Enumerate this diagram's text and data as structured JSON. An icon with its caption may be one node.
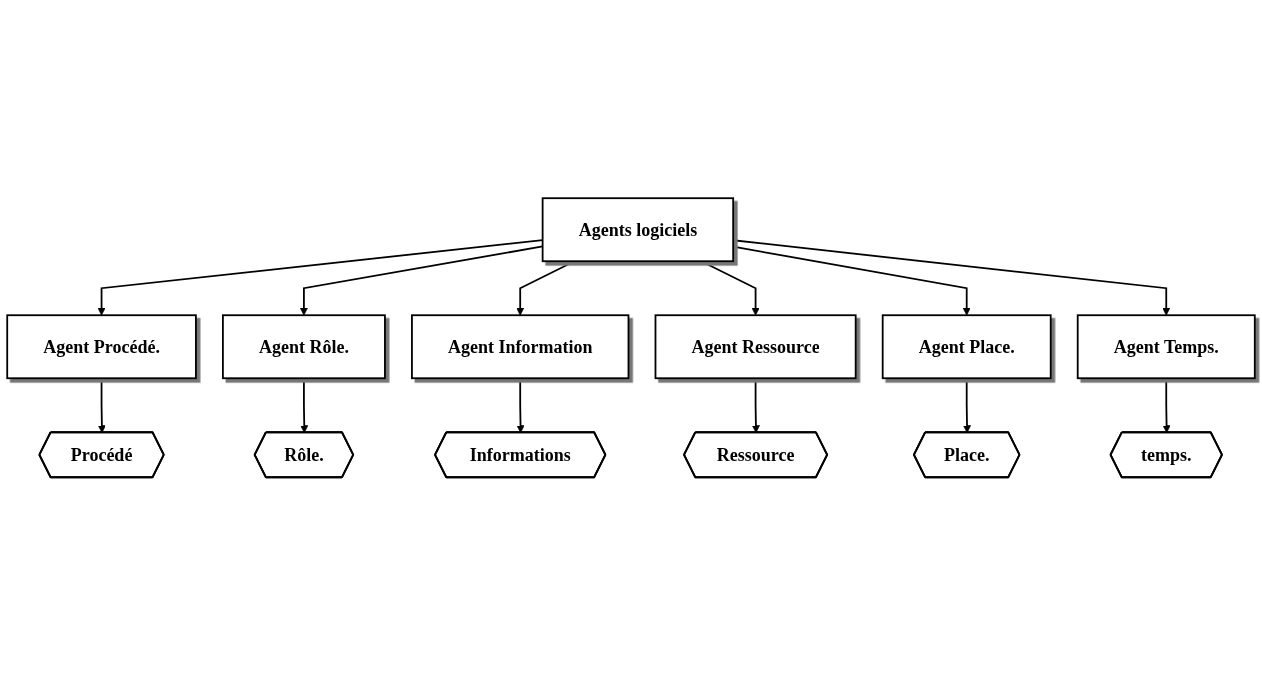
{
  "diagram": {
    "nodes": [
      {
        "text": [
          "Agents logiciels"
        ]
      },
      {
        "text": [
          "Agent Procédé."
        ]
      },
      {
        "text": [
          "Agent Rôle."
        ]
      },
      {
        "text": [
          "Agent Information"
        ]
      },
      {
        "text": [
          "Agent Ressource"
        ]
      },
      {
        "text": [
          "Agent Place."
        ]
      },
      {
        "text": [
          "Agent Temps."
        ]
      },
      {
        "text": [
          "Procédé"
        ]
      },
      {
        "text": [
          "Rôle."
        ]
      },
      {
        "text": [
          "Informations"
        ]
      },
      {
        "text": [
          "Ressource"
        ]
      },
      {
        "text": [
          "Place."
        ]
      },
      {
        "text": [
          "temps."
        ]
      }
    ],
    "edges": [
      {
        "from": 0,
        "to": 1,
        "arrow": "to"
      },
      {
        "from": 0,
        "to": 2,
        "arrow": "to"
      },
      {
        "from": 0,
        "to": 3,
        "arrow": "to"
      },
      {
        "from": 0,
        "to": 4,
        "arrow": "to"
      },
      {
        "from": 0,
        "to": 5,
        "arrow": "to"
      },
      {
        "from": 0,
        "to": 6,
        "arrow": "to"
      },
      {
        "from": 1,
        "to": 7,
        "arrow": "to"
      },
      {
        "from": 2,
        "to": 8,
        "arrow": "to"
      },
      {
        "from": 3,
        "to": 9,
        "arrow": "to"
      },
      {
        "from": 4,
        "to": 10,
        "arrow": "to"
      },
      {
        "from": 5,
        "to": 11,
        "arrow": "to"
      },
      {
        "from": 6,
        "to": 12,
        "arrow": "to"
      }
    ]
  }
}
